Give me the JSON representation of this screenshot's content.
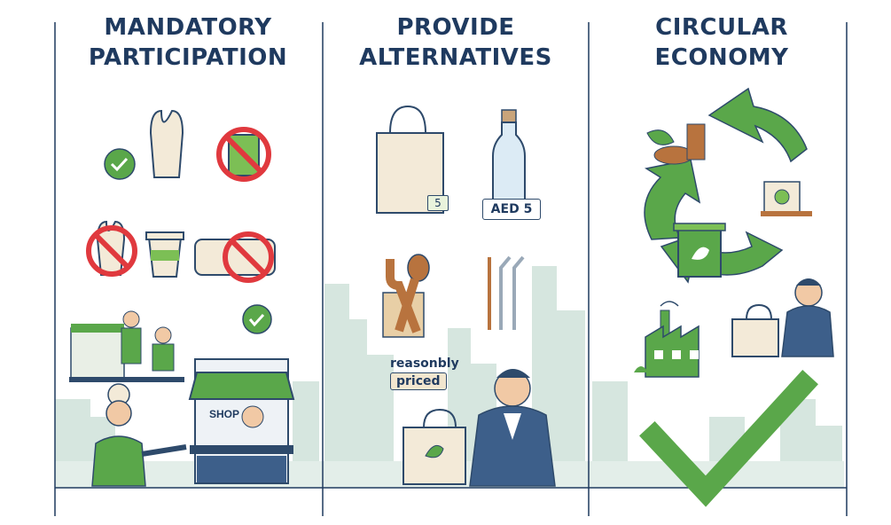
{
  "columns": [
    {
      "title_line1": "MANDATORY",
      "title_line2": "PARTICIPATION"
    },
    {
      "title_line1": "PROVIDE",
      "title_line2": "ALTERNATIVES"
    },
    {
      "title_line1": "CIRCULAR",
      "title_line2": "ECONOMY"
    }
  ],
  "labels": {
    "bag_price": "5",
    "bottle_price": "AED 5",
    "reasonably_line1": "reasonbly",
    "reasonably_line2": "priced",
    "shop_sign": "SHOP"
  },
  "colors": {
    "title": "#1f3a5f",
    "green": "#5aa74a",
    "red": "#e0393e",
    "skyline": "#cfe0da",
    "divider": "#1f3a5f"
  }
}
